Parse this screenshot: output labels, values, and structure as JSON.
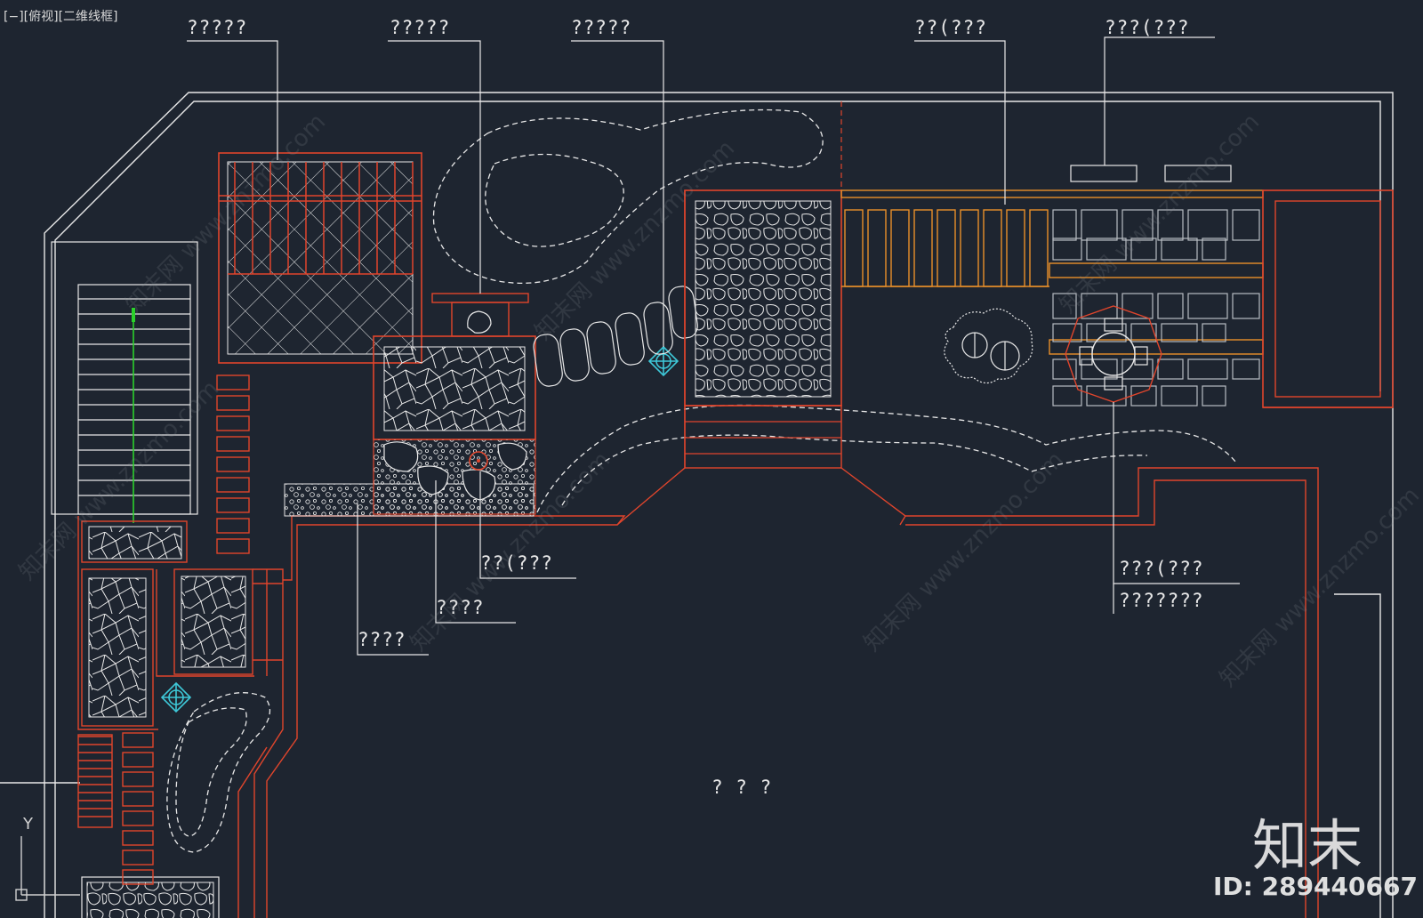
{
  "viewport": {
    "label": "[−][俯视][二维线框]"
  },
  "callouts": {
    "top_1": "?????",
    "top_2": "?????",
    "top_3": "?????",
    "top_4": "??(???",
    "top_5": "???(???",
    "mid_1": "??(???",
    "mid_2": "????",
    "mid_3": "????",
    "right_1": "???(???",
    "right_2": "???????",
    "center": "?  ?  ?"
  },
  "ucs": {
    "axis_label": "Y"
  },
  "watermark": {
    "brand": "知末",
    "id_text": "ID: 289440667",
    "diag_text": "知末网 www.znzmo.com"
  },
  "colors": {
    "background": "#1e2530",
    "cad_red": "#e0452c",
    "cad_orange": "#e88f2a",
    "cad_white": "#e8e8e8",
    "cad_gray": "#b8bcc2",
    "cad_cyan": "#3ec8d8",
    "cad_green": "#2bd12b"
  }
}
